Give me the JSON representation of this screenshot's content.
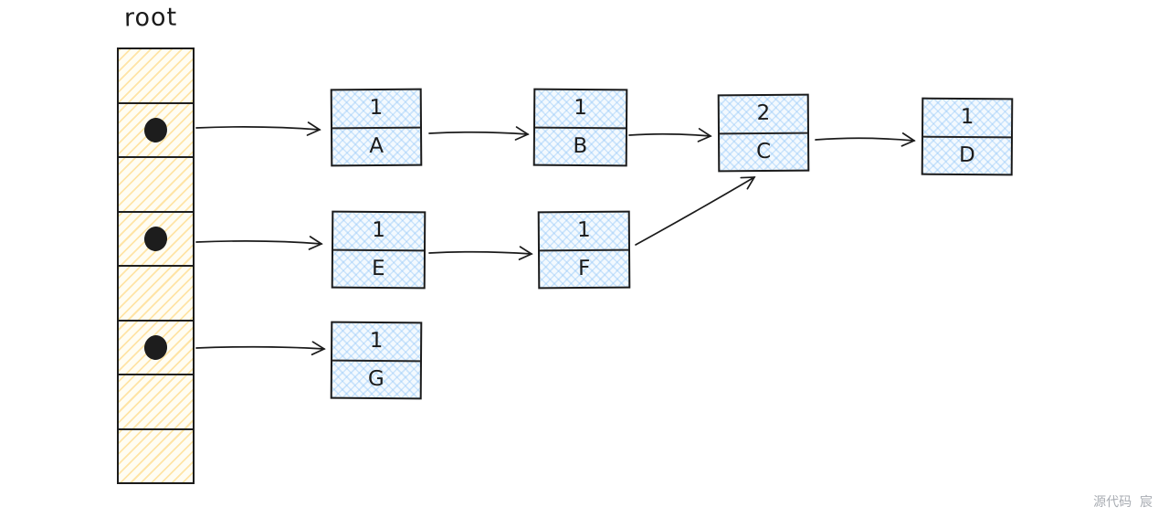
{
  "diagram_type": "linked-list buckets with root pointer array (hand-drawn style)",
  "root_array": {
    "label": "root",
    "cell_count": 8,
    "cells": [
      {
        "index": 0,
        "pointer": false
      },
      {
        "index": 1,
        "pointer": true,
        "points_to": "A"
      },
      {
        "index": 2,
        "pointer": false
      },
      {
        "index": 3,
        "pointer": true,
        "points_to": "E"
      },
      {
        "index": 4,
        "pointer": false
      },
      {
        "index": 5,
        "pointer": true,
        "points_to": "G"
      },
      {
        "index": 6,
        "pointer": false
      },
      {
        "index": 7,
        "pointer": false
      }
    ]
  },
  "nodes": {
    "A": {
      "count": "1",
      "key": "A"
    },
    "B": {
      "count": "1",
      "key": "B"
    },
    "C": {
      "count": "2",
      "key": "C"
    },
    "D": {
      "count": "1",
      "key": "D"
    },
    "E": {
      "count": "1",
      "key": "E"
    },
    "F": {
      "count": "1",
      "key": "F"
    },
    "G": {
      "count": "1",
      "key": "G"
    }
  },
  "edges": [
    {
      "from": "root[1]",
      "to": "A"
    },
    {
      "from": "A",
      "to": "B"
    },
    {
      "from": "B",
      "to": "C"
    },
    {
      "from": "C",
      "to": "D"
    },
    {
      "from": "root[3]",
      "to": "E"
    },
    {
      "from": "E",
      "to": "F"
    },
    {
      "from": "F",
      "to": "C"
    },
    {
      "from": "root[5]",
      "to": "G"
    }
  ],
  "watermark": "源代码  宸",
  "colors": {
    "stroke": "#1b1b1b",
    "array_fill": "#fffdf3",
    "array_hatch": "#ffcc5a",
    "node_fill": "#f3f9fe",
    "node_hatch": "#93c7f8",
    "watermark_text": "#a9adb3"
  }
}
